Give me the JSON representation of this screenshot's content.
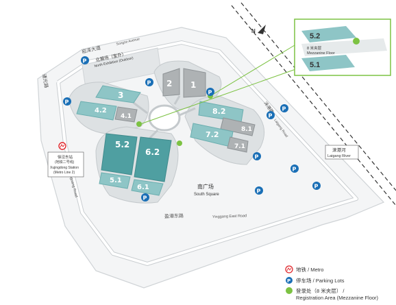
{
  "compass": "N",
  "roads": {
    "north_cn": "崧泽大道",
    "north_en": "Songze Avenue",
    "west_cn": "诸光路",
    "west_en": "Zhuguang Road",
    "south_cn": "盈港东路",
    "south_en": "Yinggang East Road",
    "east_cn": "涞港路",
    "east_en": "Laigang Road"
  },
  "river": {
    "cn": "涞港河",
    "en": "Laigang River"
  },
  "north_exhibition": {
    "cn": "北展场（室外）",
    "en": "North Exhibition (Outdoor)"
  },
  "south_square": {
    "cn": "南广场",
    "en": "South Square"
  },
  "metro_station": {
    "cn1": "徐泾东站",
    "cn2": "(地铁二号线)",
    "en1": "Xujingdong Station",
    "en2": "(Metro Line 2)"
  },
  "halls": {
    "h1": "1",
    "h2": "2",
    "h3": "3",
    "h4_2": "4.2",
    "h4_1": "4.1",
    "h5_1": "5.1",
    "h5_2": "5.2",
    "h6_1": "6.1",
    "h6_2": "6.2",
    "h7_1": "7.1",
    "h7_2": "7.2",
    "h8_1": "8.1",
    "h8_2": "8.2"
  },
  "inset": {
    "top": "5.2",
    "bottom": "5.1",
    "floor_cn": "8 米夹层",
    "floor_en": "Mezzanine Floor"
  },
  "parking_symbol": "P",
  "legend": {
    "metro": "地铁 / Metro",
    "parking": "停车场 / Parking Lots",
    "registration_1": "登录处（8 米夹层） /",
    "registration_2": "Registration Area (Mezzanine Floor)"
  },
  "colors": {
    "hall_teal": "#8ec5c6",
    "hall_dark": "#4f9fa1",
    "hall_grey": "#aeb2b4",
    "site_grey": "#dde1e3",
    "accent_green": "#7cc242",
    "parking_blue": "#1a6fb6",
    "metro_red": "#e0262b"
  }
}
